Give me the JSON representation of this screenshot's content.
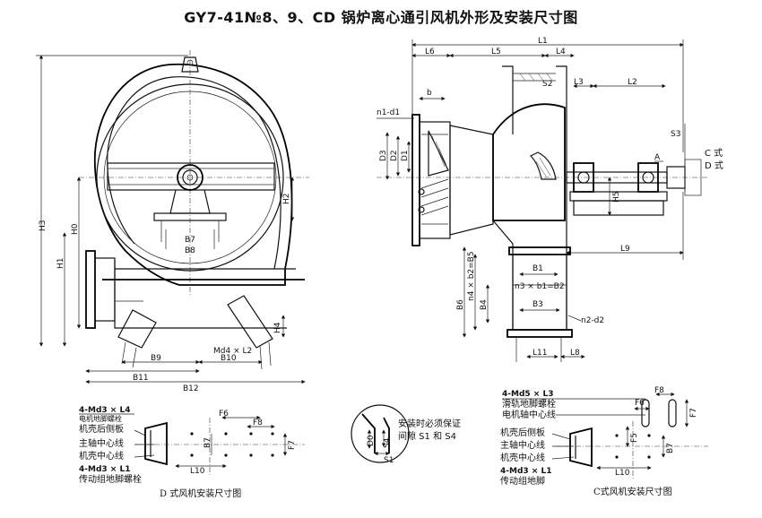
{
  "title": "GY7-41№8、9、CD 锅炉离心通引风机外形及安装尺寸图",
  "left_view": {
    "dims": [
      "H3",
      "H0",
      "H1",
      "H2",
      "H4",
      "B7",
      "B8",
      "B9",
      "B10",
      "B11",
      "B12",
      "Md4 × L2"
    ]
  },
  "right_view": {
    "dims": [
      "L1",
      "L6",
      "L5",
      "L4",
      "L3",
      "L2",
      "S2",
      "S3",
      "b",
      "n1-d1",
      "D3",
      "D2",
      "D1",
      "A",
      "C 式",
      "D 式",
      "H5",
      "L9",
      "B1",
      "n3 × b1=B2",
      "B6",
      "n4 × b2=B5",
      "B4",
      "B3",
      "n2-d2",
      "L11",
      "L8"
    ]
  },
  "detail_d": {
    "labels": [
      "4-Md3 × L4",
      "电机地脚螺栓",
      "机壳后侧板",
      "主轴中心线",
      "机壳中心线",
      "4-Md3 × L1",
      "传动组地脚螺栓"
    ],
    "dims": [
      "F6",
      "F8",
      "B7",
      "F7",
      "L10"
    ],
    "caption": "D 式风机安装尺寸图"
  },
  "detail_circle": {
    "dims": [
      "D0",
      "S4",
      "S1"
    ],
    "note_line1": "安装时必须保证",
    "note_line2": "间隙 S1 和 S4"
  },
  "detail_c": {
    "labels": [
      "4-Md5 × L3",
      "滑轨地脚螺栓",
      "电机轴中心线",
      "机壳后侧板",
      "主轴中心线",
      "机壳中心线",
      "4-Md3 × L1",
      "传动组地脚"
    ],
    "dims": [
      "F8",
      "F6",
      "F7",
      "F5",
      "B7",
      "L10"
    ],
    "caption": "C式风机安装尺寸图"
  }
}
